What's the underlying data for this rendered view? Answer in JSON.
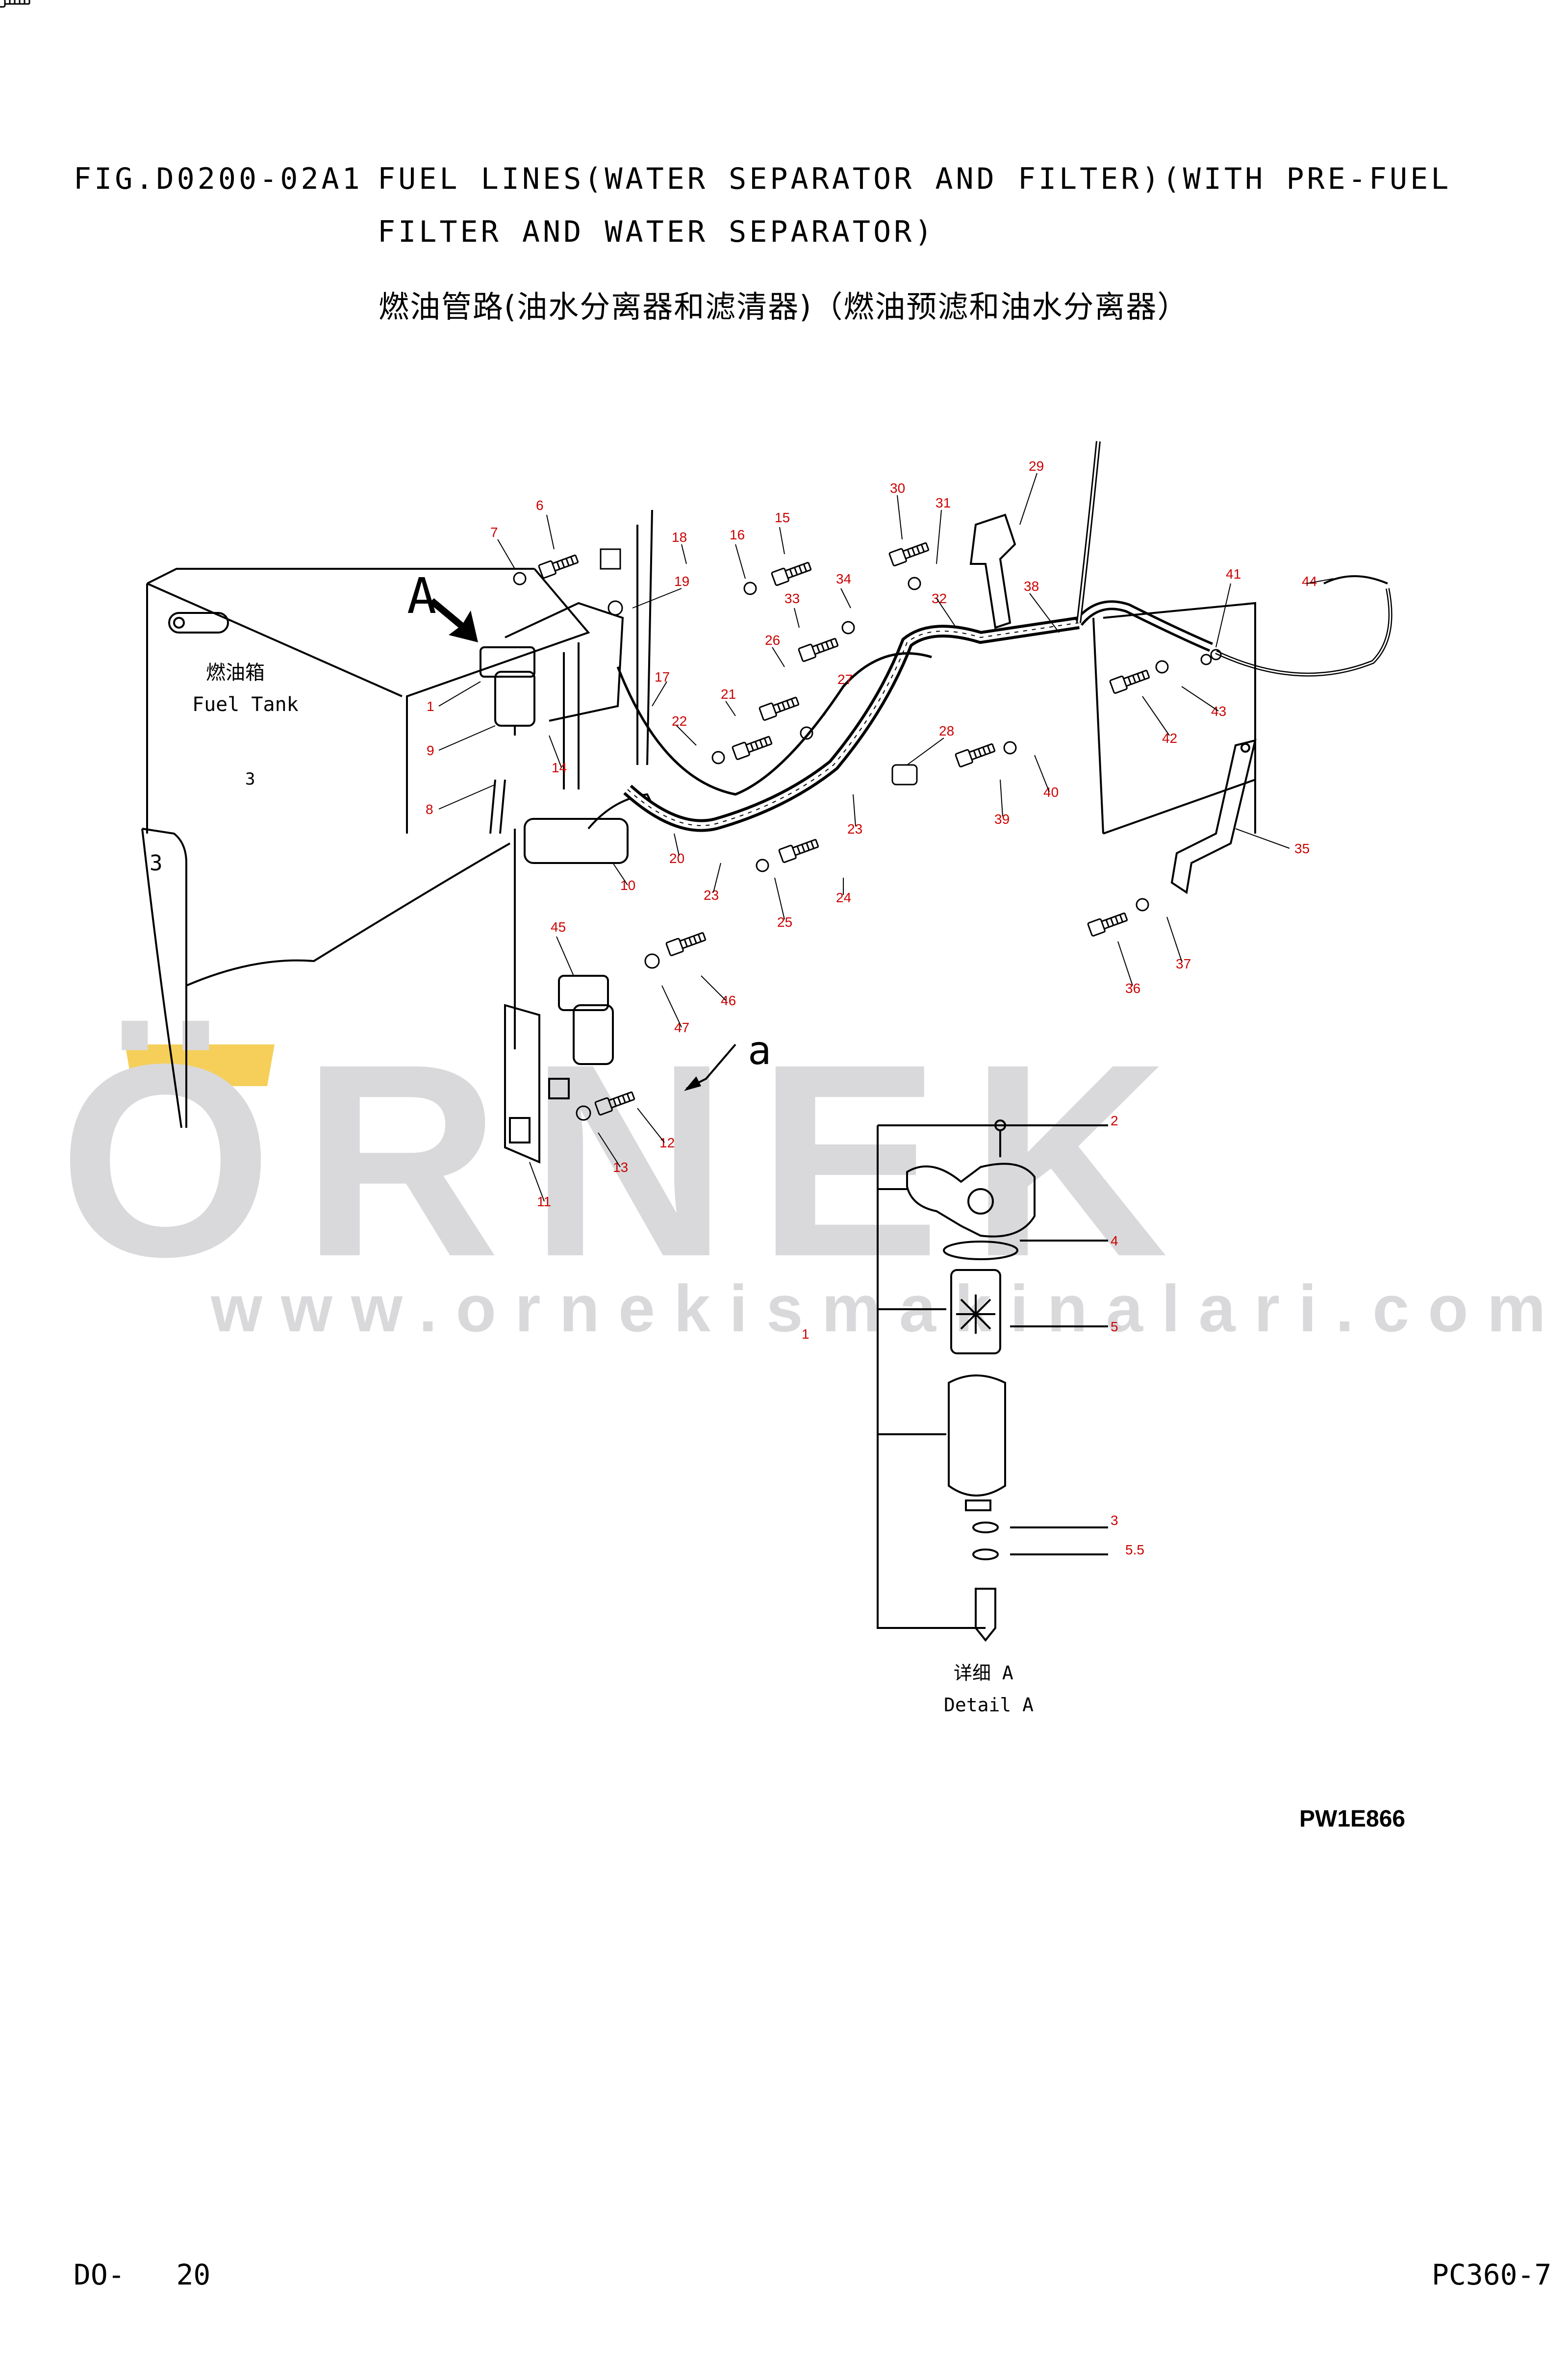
{
  "header": {
    "fig_number": "FIG.D0200-02A1",
    "title_line1": "FUEL LINES(WATER SEPARATOR AND FILTER)(WITH PRE-FUEL",
    "title_line2": "FILTER AND WATER SEPARATOR)",
    "title_cn": "燃油管路(油水分离器和滤清器)（燃油预滤和油水分离器）"
  },
  "diagram": {
    "fuel_tank_cn": "燃油箱",
    "fuel_tank_en": "Fuel Tank",
    "view_label_A": "A",
    "view_label_a": "a",
    "detail_cn": "详细 A",
    "detail_en": "Detail A",
    "drawing_code": "PW1E866",
    "tank_marks": [
      "3",
      "3"
    ],
    "callouts": [
      "1",
      "2",
      "3",
      "4",
      "5",
      "5.5",
      "6",
      "7",
      "8",
      "9",
      "10",
      "11",
      "12",
      "13",
      "14",
      "15",
      "16",
      "17",
      "18",
      "19",
      "20",
      "21",
      "22",
      "23",
      "23",
      "24",
      "25",
      "26",
      "27",
      "28",
      "29",
      "30",
      "31",
      "32",
      "33",
      "34",
      "35",
      "36",
      "37",
      "38",
      "39",
      "40",
      "41",
      "42",
      "43",
      "44",
      "45",
      "46",
      "47",
      "1"
    ]
  },
  "watermark": {
    "letters": "ÖRNEK",
    "url": "www.ornekismakinalari.com.tr",
    "color": "#d9d9db",
    "accent": "#f5cf5a"
  },
  "footer": {
    "page": "DO-   20",
    "model": "PC360-7"
  },
  "colors": {
    "callout": "#cc0000",
    "line": "#000000"
  }
}
